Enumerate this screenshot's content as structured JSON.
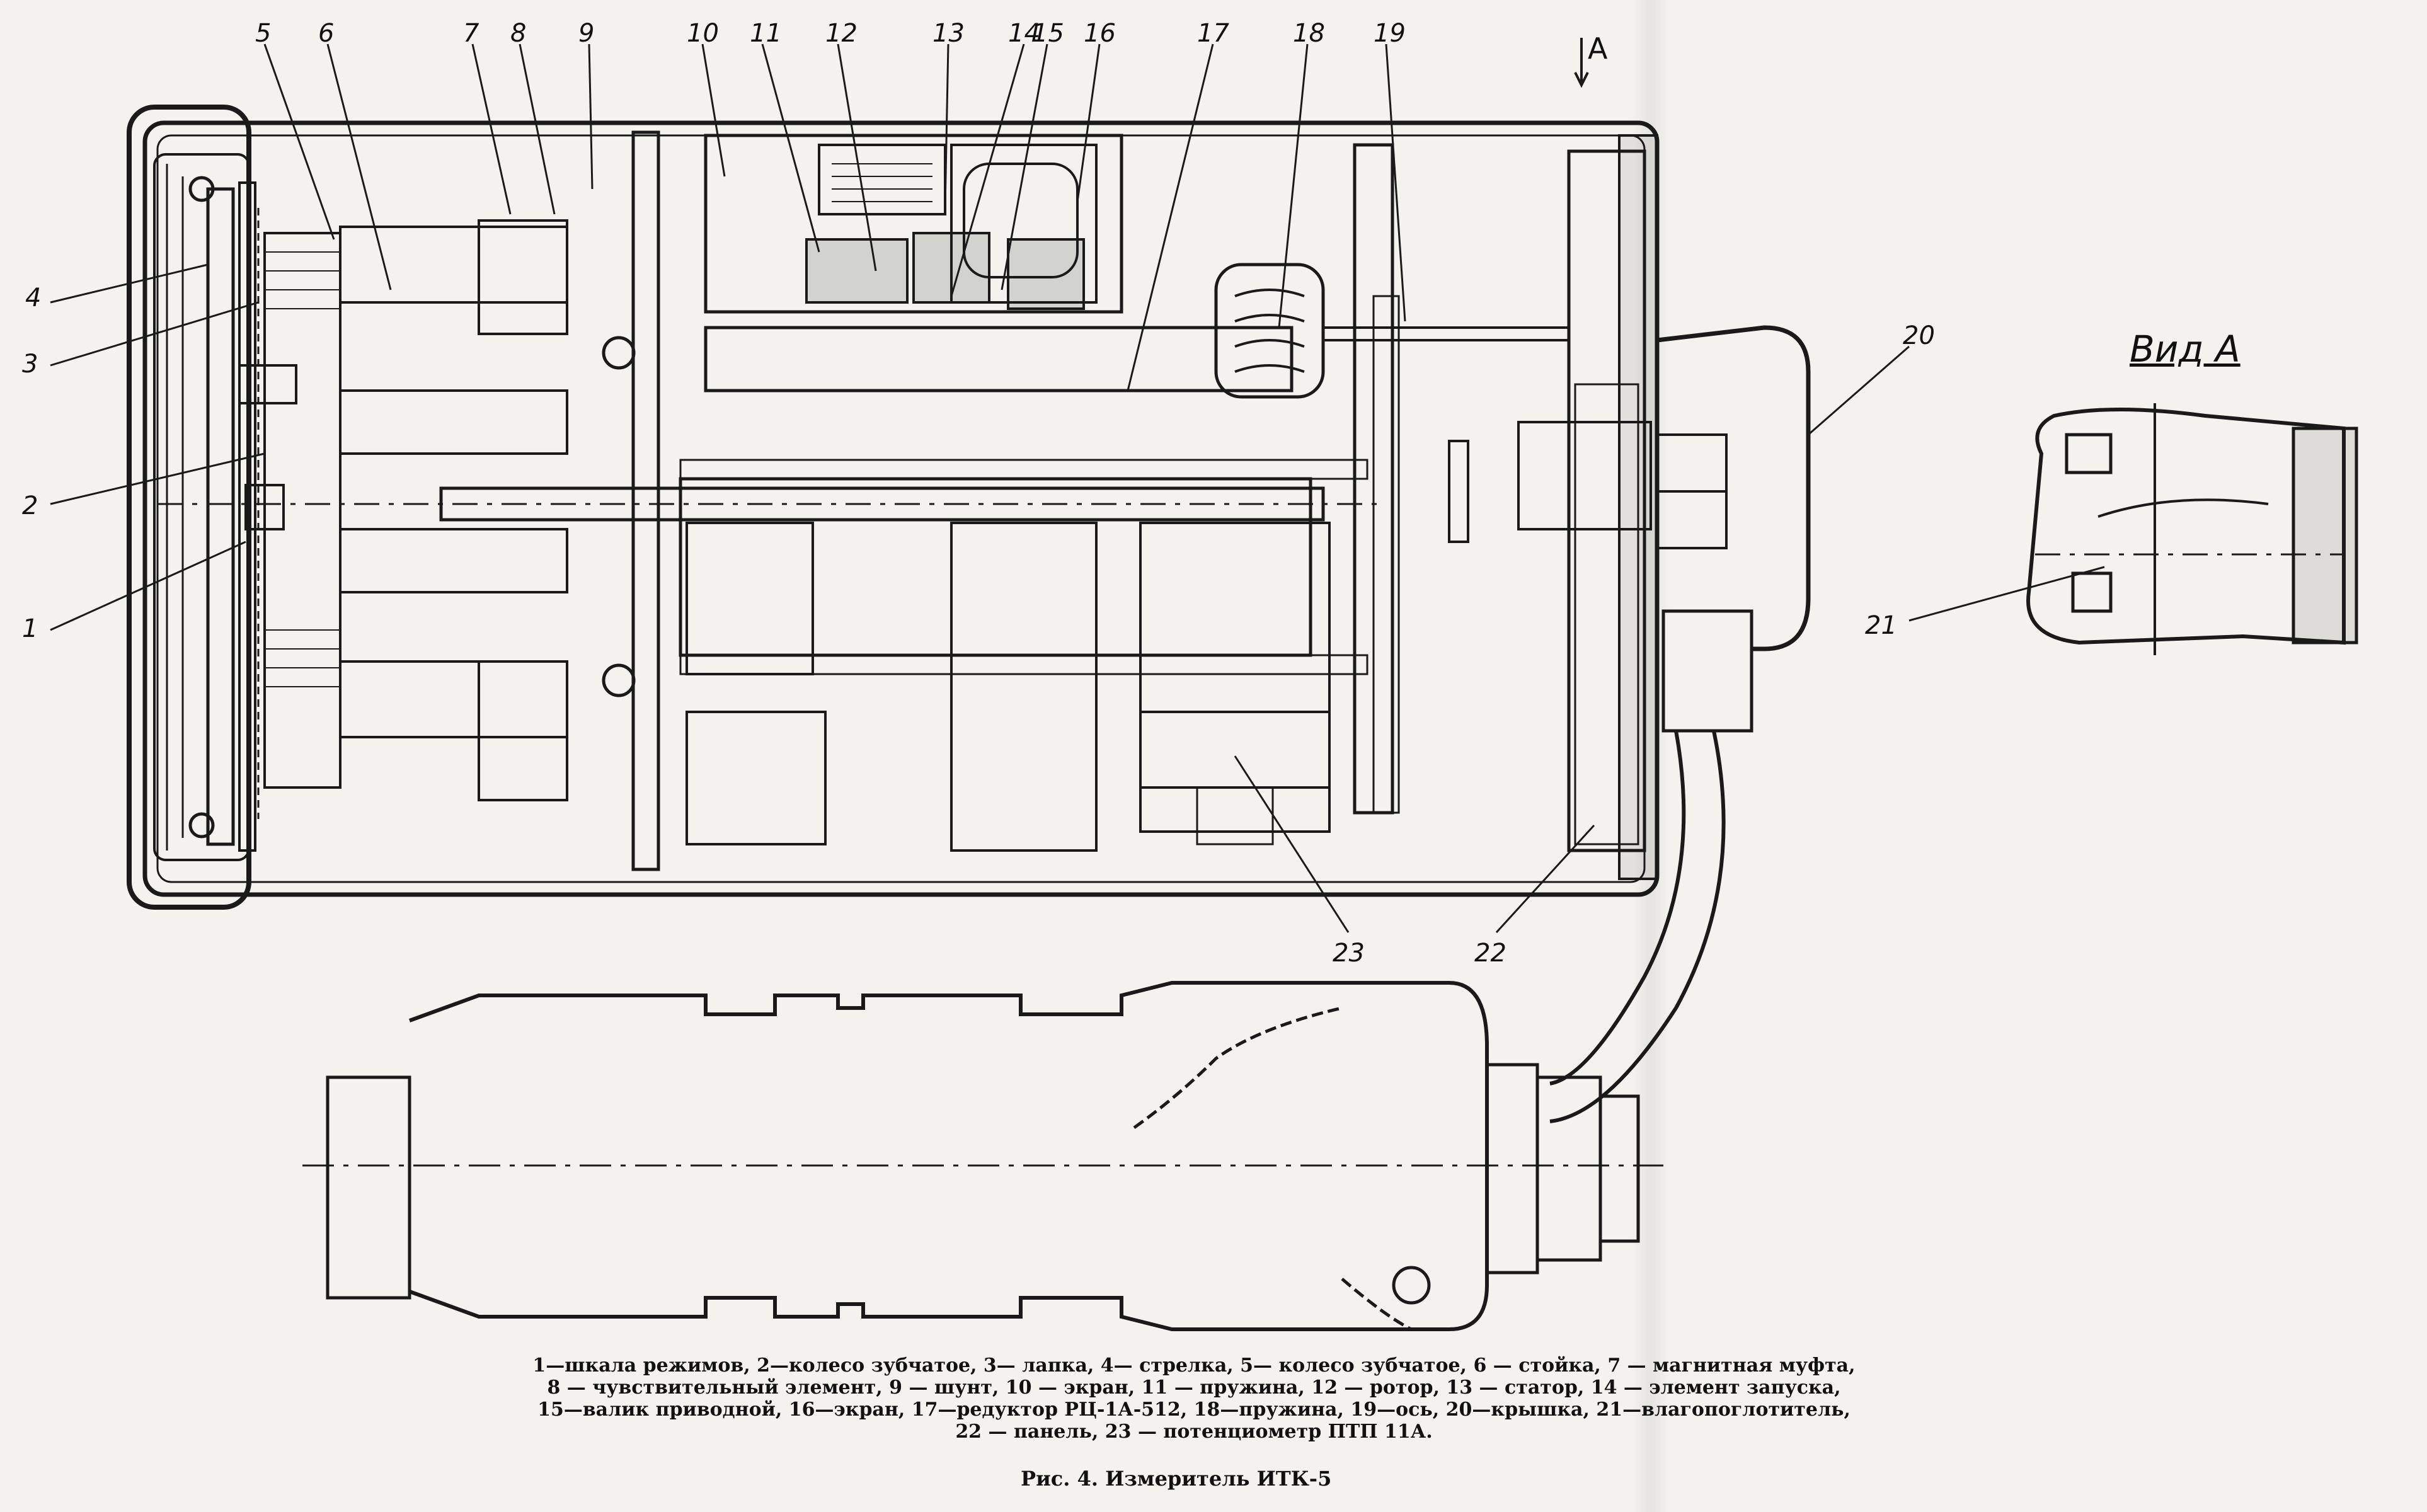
{
  "view_a": {
    "title": "Вид А",
    "arrow_label": "А"
  },
  "callouts": [
    {
      "id": "c5",
      "text": "5"
    },
    {
      "id": "c6",
      "text": "6"
    },
    {
      "id": "c7",
      "text": "7"
    },
    {
      "id": "c8",
      "text": "8"
    },
    {
      "id": "c9",
      "text": "9"
    },
    {
      "id": "c10",
      "text": "10"
    },
    {
      "id": "c11",
      "text": "11"
    },
    {
      "id": "c12",
      "text": "12"
    },
    {
      "id": "c13",
      "text": "13"
    },
    {
      "id": "c14",
      "text": "14"
    },
    {
      "id": "c15",
      "text": "15"
    },
    {
      "id": "c16",
      "text": "16"
    },
    {
      "id": "c17",
      "text": "17"
    },
    {
      "id": "c18",
      "text": "18"
    },
    {
      "id": "c19",
      "text": "19"
    },
    {
      "id": "c4",
      "text": "4"
    },
    {
      "id": "c3",
      "text": "3"
    },
    {
      "id": "c2",
      "text": "2"
    },
    {
      "id": "c1",
      "text": "1"
    },
    {
      "id": "c20",
      "text": "20"
    },
    {
      "id": "c21",
      "text": "21"
    },
    {
      "id": "c22",
      "text": "22"
    },
    {
      "id": "c23",
      "text": "23"
    }
  ],
  "caption": {
    "line1": "1—шкала режимов, 2—колесо зубчатое, 3— лапка, 4— стрелка, 5— колесо зубчатое, 6 — стойка, 7 — магнитная муфта,",
    "line2": "8 — чувствительный элемент, 9 — шунт, 10 — экран, 11 — пружина, 12 — ротор, 13 — статор, 14 — элемент запуска,",
    "line3": "15—валик приводной, 16—экран, 17—редуктор РЦ-1А-512, 18—пружина, 19—ось, 20—крышка, 21—влагопоглотитель,",
    "line4": "22 — панель, 23 — потенциометр ПТП 11А."
  },
  "figure_title": "Рис. 4.  Измеритель ИТК-5"
}
